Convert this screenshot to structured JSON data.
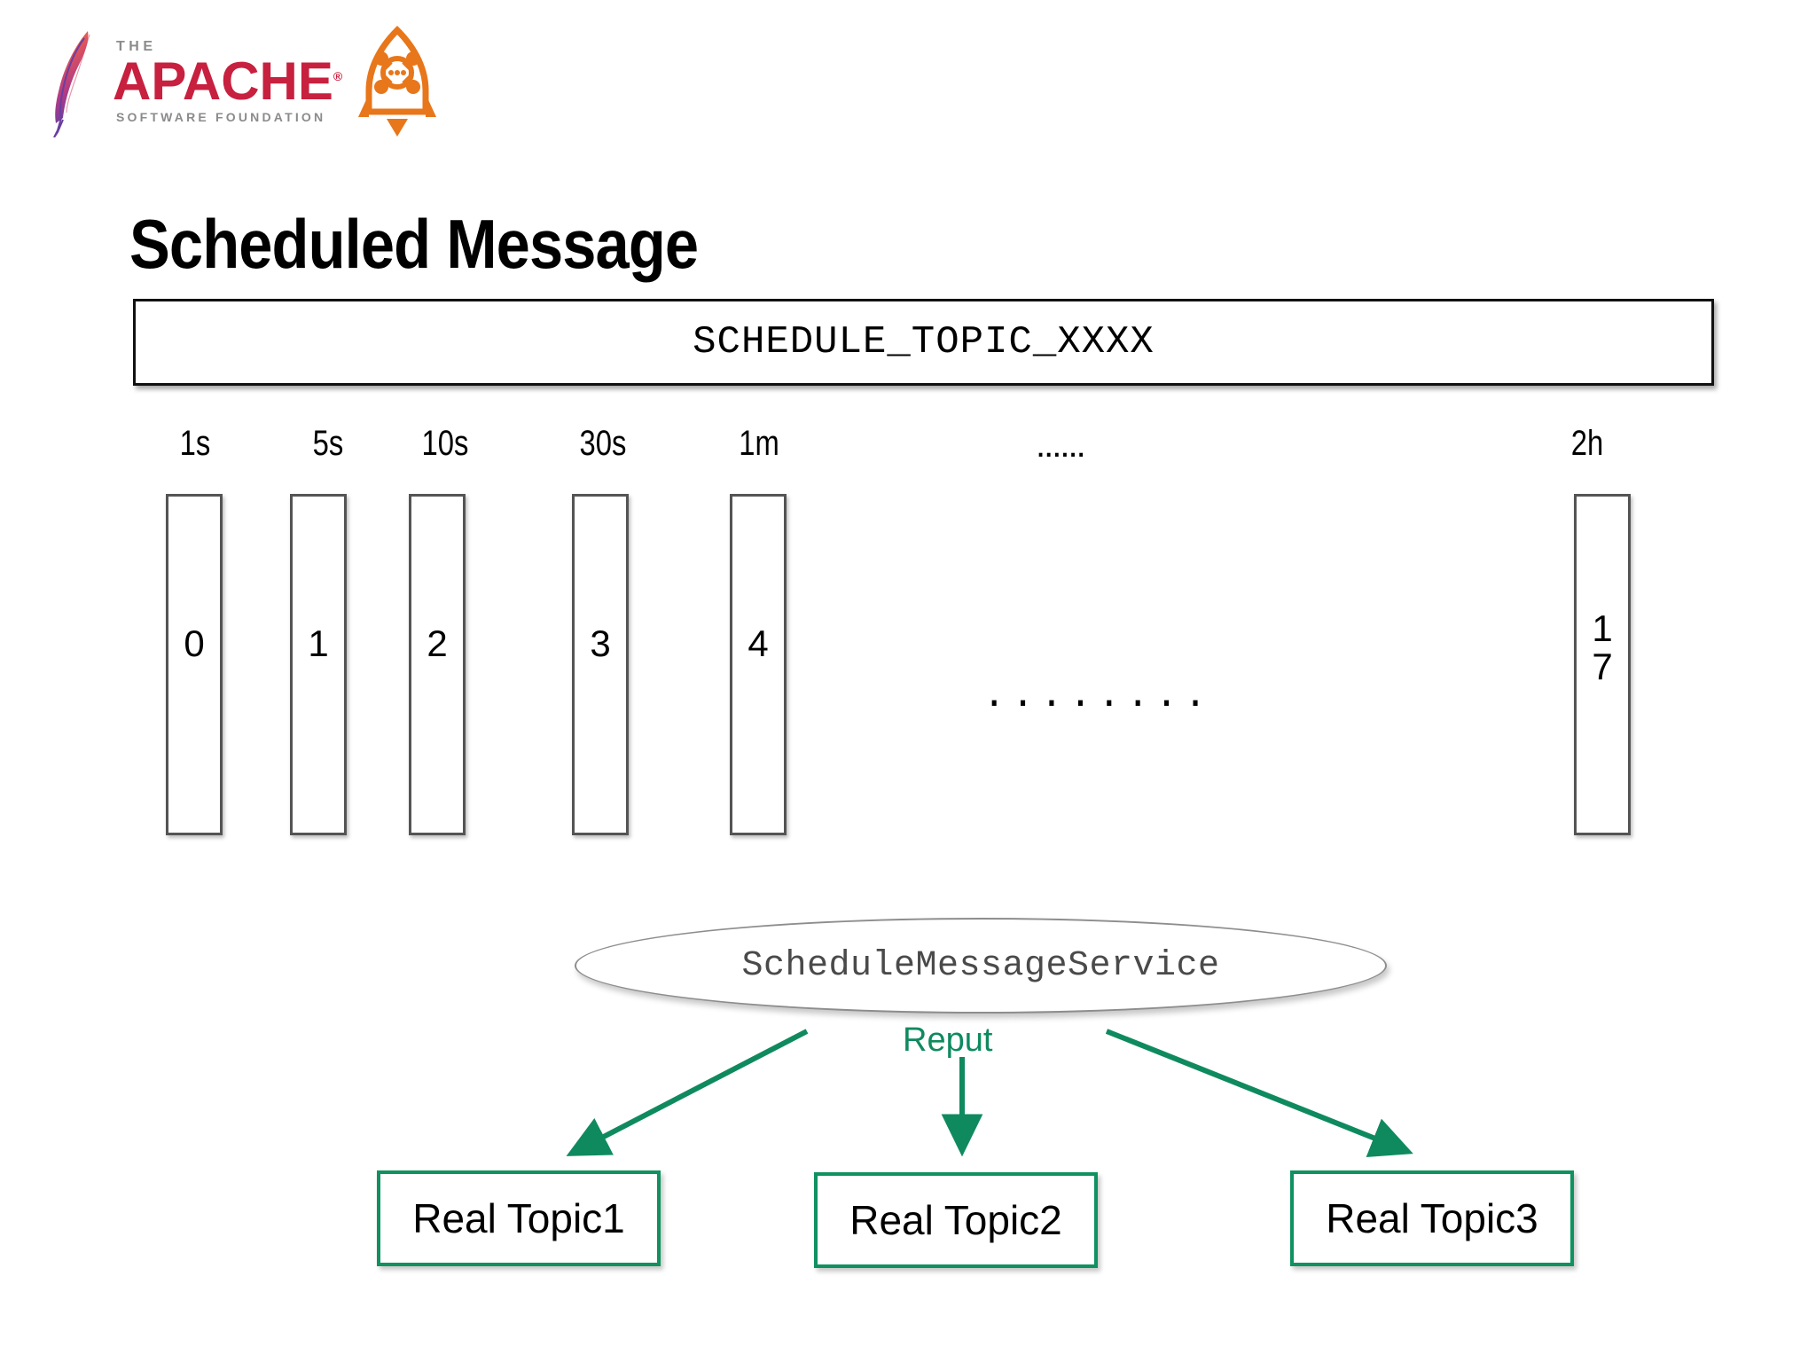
{
  "branding": {
    "asf_the": "THE",
    "asf_name": "APACHE",
    "asf_registered": "®",
    "asf_subtitle": "SOFTWARE FOUNDATION",
    "rocket_icon_name": "rocketmq-rocket-icon",
    "feather_icon_name": "apache-feather-icon",
    "asf_red": "#c8203f",
    "rocket_orange": "#e8761a"
  },
  "page_title": "Scheduled Message",
  "schedule_topic": {
    "label": "SCHEDULE_TOPIC_XXXX"
  },
  "delay_levels": {
    "time_labels": [
      "1s",
      "5s",
      "10s",
      "30s",
      "1m"
    ],
    "time_labels_ellipsis": "......",
    "time_label_last": "2h",
    "queue_numbers": [
      "0",
      "1",
      "2",
      "3",
      "4"
    ],
    "queue_ellipsis": "........",
    "queue_number_last_line1": "1",
    "queue_number_last_line2": "7",
    "bar_border_color": "#545454"
  },
  "service": {
    "label": "ScheduleMessageService",
    "ellipse_stroke": "#8d8d8d"
  },
  "reput": {
    "label": "Reput",
    "color": "#0f8a5f"
  },
  "topics": [
    {
      "label": "Real Topic1"
    },
    {
      "label": "Real Topic2"
    },
    {
      "label": "Real Topic3"
    }
  ],
  "accent": {
    "green": "#0f9160",
    "arrow_green": "#0f8a5f"
  }
}
